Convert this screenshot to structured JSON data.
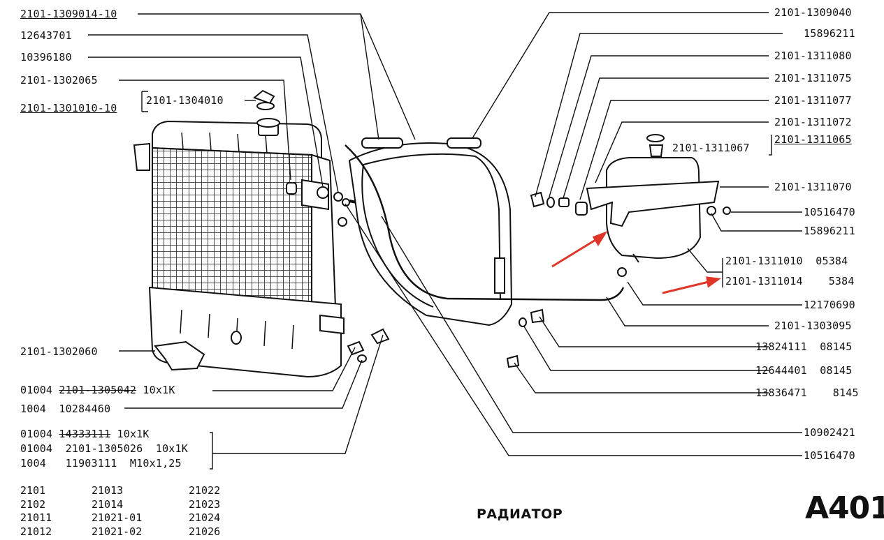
{
  "title": "РАДИАТОР",
  "page_code": "A401",
  "left_labels": {
    "l1": "2101-1309014-10",
    "l2": "12643701",
    "l3": "10396180",
    "l4": "2101-1302065",
    "l5": "2101-1304010",
    "l6": "2101-1301010-10",
    "l7": "2101-1302060",
    "l8_prefix": "01004",
    "l8_struck": "2101-1305042",
    "l8_suffix": "10x1K",
    "l9": "1004  10284460",
    "l10_prefix": "01004",
    "l10_struck": "14333111",
    "l10_suffix": "10x1K",
    "l11": "01004  2101-1305026  10x1K",
    "l12": "1004   11903111  M10x1,25"
  },
  "right_labels": {
    "r1": "2101-1309040",
    "r2": "15896211",
    "r3": "2101-1311080",
    "r4": "2101-1311075",
    "r5": "2101-1311077",
    "r6": "2101-1311072",
    "r7": "2101-1311065",
    "r8": "2101-1311067",
    "r9": "2101-1311070",
    "r10": "10516470",
    "r11": "15896211",
    "r12": "2101-1311010  05384",
    "r13": "2101-1311014    5384",
    "r14": "12170690",
    "r15": "2101-1303095",
    "r16": "13824111  08145",
    "r17": "12644401  08145",
    "r18": "13836471    8145",
    "r19": "10902421",
    "r20": "10516470"
  },
  "models": [
    [
      "2101",
      "21013",
      "21022"
    ],
    [
      "2102",
      "21014",
      "21023"
    ],
    [
      "21011",
      "21021-01",
      "21024"
    ],
    [
      "21012",
      "21021-02",
      "21026"
    ]
  ],
  "colors": {
    "ink": "#111111",
    "arrow": "#e0362a"
  }
}
